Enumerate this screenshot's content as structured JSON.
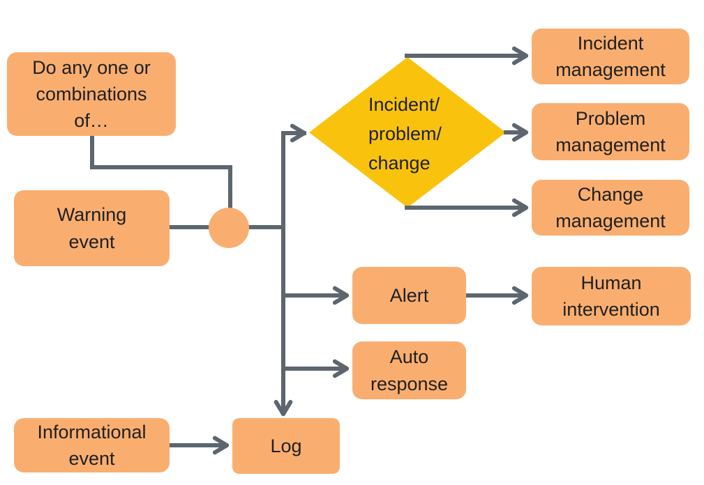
{
  "colors": {
    "node_fill": "#F9AE70",
    "diamond_fill": "#F9C20D",
    "connector": "#5D666E",
    "text": "#202020",
    "bg": "#FFFFFF"
  },
  "nodes": {
    "do_any": {
      "label": "Do any one or\ncombinations\nof…"
    },
    "warning": {
      "label": "Warning\nevent"
    },
    "decision": {
      "label": "Incident/\nproblem/\nchange"
    },
    "incident": {
      "label": "Incident\nmanagement"
    },
    "problem": {
      "label": "Problem\nmanagement"
    },
    "change": {
      "label": "Change\nmanagement"
    },
    "alert": {
      "label": "Alert"
    },
    "human": {
      "label": "Human\nintervention"
    },
    "auto": {
      "label": "Auto\nresponse"
    },
    "log": {
      "label": "Log"
    },
    "info": {
      "label": "Informational\nevent"
    }
  },
  "edges": [
    {
      "from": "do_any",
      "to": "junction",
      "arrow": false
    },
    {
      "from": "warning",
      "to": "junction",
      "arrow": false
    },
    {
      "from": "junction",
      "to": "decision",
      "arrow": true
    },
    {
      "from": "decision",
      "to": "incident",
      "arrow": true
    },
    {
      "from": "decision",
      "to": "problem",
      "arrow": true
    },
    {
      "from": "decision",
      "to": "change",
      "arrow": true
    },
    {
      "from": "junction",
      "to": "alert",
      "arrow": true
    },
    {
      "from": "alert",
      "to": "human",
      "arrow": true
    },
    {
      "from": "junction",
      "to": "auto",
      "arrow": true
    },
    {
      "from": "junction",
      "to": "log",
      "arrow": true
    },
    {
      "from": "info",
      "to": "log",
      "arrow": true
    }
  ]
}
